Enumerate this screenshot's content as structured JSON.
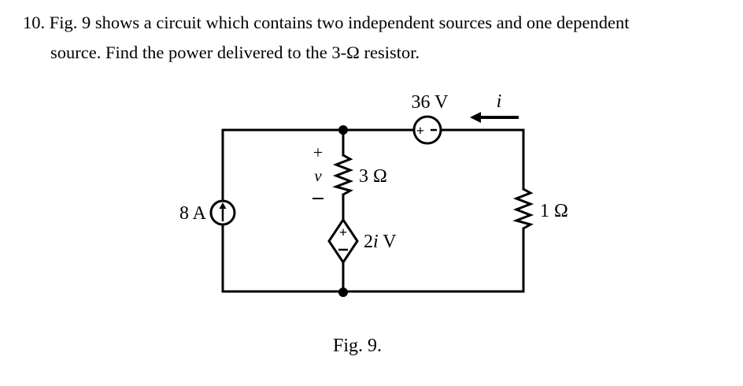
{
  "problem": {
    "number": "10.",
    "line1": "Fig. 9 shows a circuit which contains two independent sources and one dependent",
    "line2": "source. Find the power delivered to the 3-Ω resistor."
  },
  "figure": {
    "caption": "Fig. 9.",
    "components": {
      "current_source": {
        "label": "8 A",
        "type": "independent-current-source",
        "direction": "up"
      },
      "voltage_source": {
        "label": "36 V",
        "type": "independent-voltage-source",
        "plus": "+",
        "minus": "−"
      },
      "resistor_3": {
        "label": "3 Ω",
        "type": "resistor"
      },
      "resistor_1": {
        "label": "1 Ω",
        "type": "resistor"
      },
      "dependent_source": {
        "label_coef": "2",
        "label_var": "i",
        "label_unit": " V",
        "type": "dependent-voltage-source",
        "plus": "+",
        "minus": "−"
      }
    },
    "voltage_v": {
      "plus": "+",
      "symbol": "v",
      "minus": "−"
    },
    "current_i": {
      "symbol": "i",
      "direction": "left"
    }
  }
}
